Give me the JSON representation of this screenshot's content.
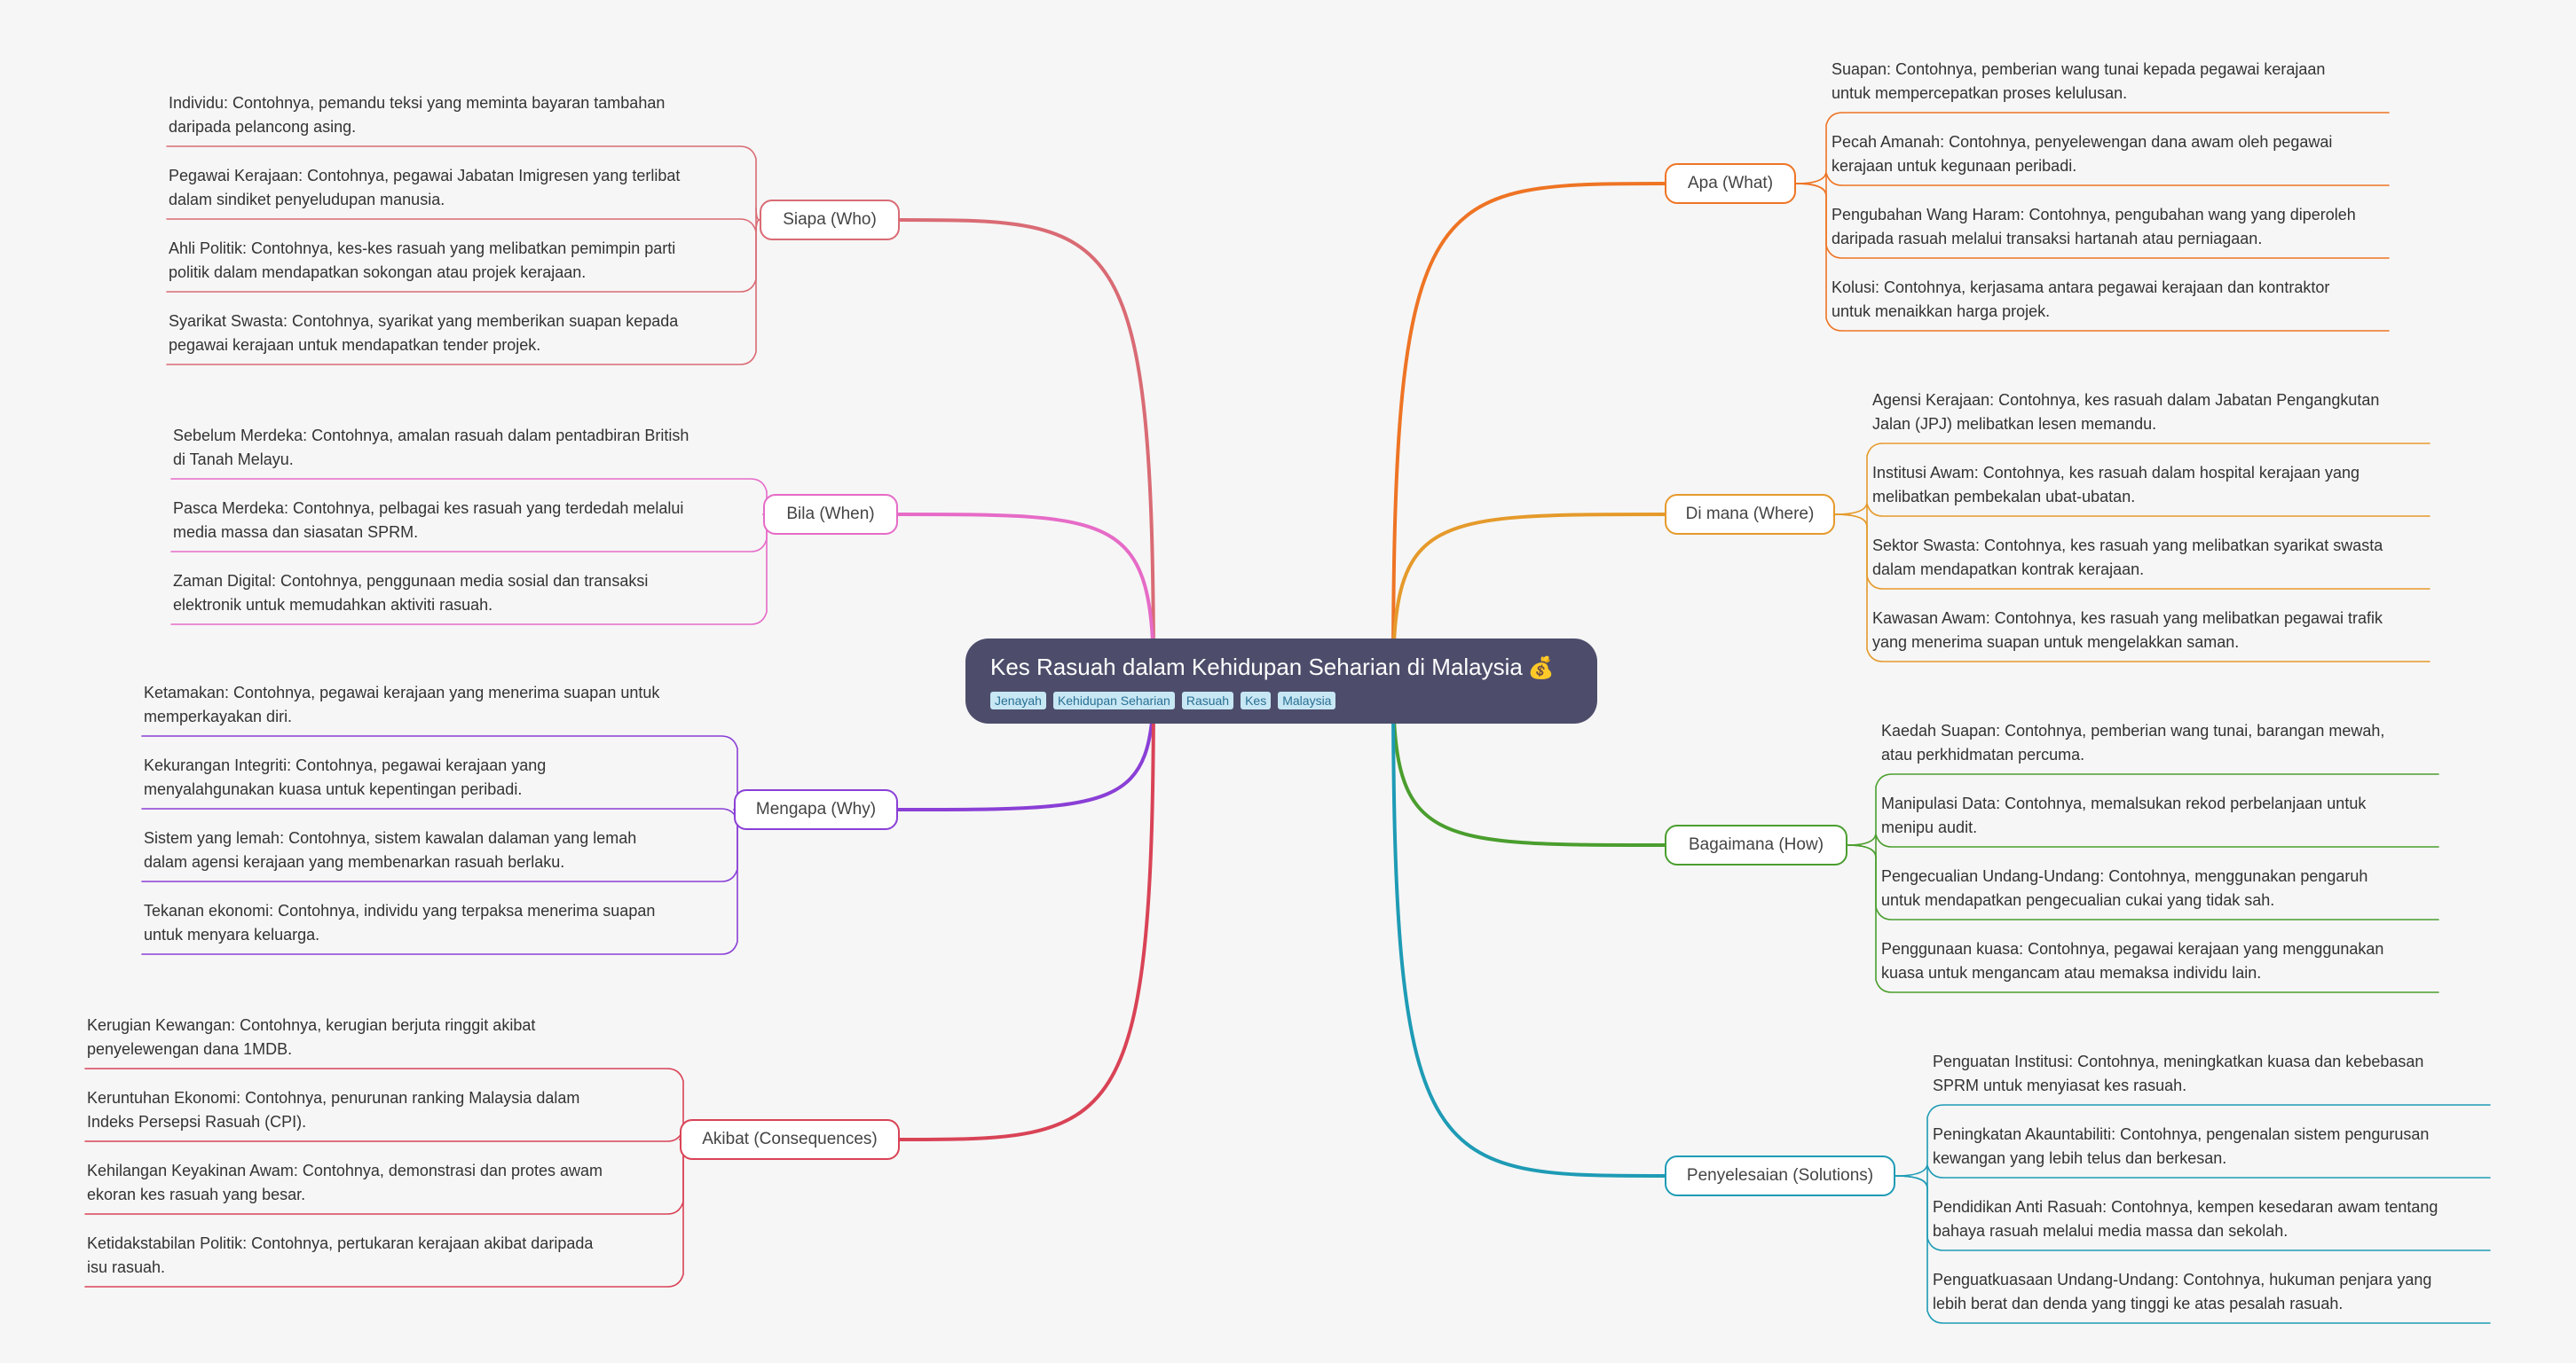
{
  "root": {
    "title": "Kes Rasuah dalam Kehidupan Seharian di Malaysia",
    "icon": "money-bag-icon",
    "icon_glyph": "💰",
    "tags": [
      "Jenayah",
      "Kehidupan Seharian",
      "Rasuah",
      "Kes",
      "Malaysia"
    ]
  },
  "branches": {
    "siapa": {
      "label": "Siapa (Who)",
      "color": "#d96b74",
      "items": [
        [
          "Individu:  Contohnya, pemandu teksi yang meminta bayaran tambahan",
          "daripada pelancong asing."
        ],
        [
          "Pegawai Kerajaan:  Contohnya, pegawai Jabatan Imigresen yang terlibat",
          "dalam sindiket penyeludupan manusia."
        ],
        [
          "Ahli Politik:  Contohnya, kes-kes rasuah yang melibatkan pemimpin parti",
          "politik dalam mendapatkan sokongan atau projek kerajaan."
        ],
        [
          "Syarikat Swasta:  Contohnya, syarikat yang memberikan suapan kepada",
          "pegawai kerajaan untuk mendapatkan tender projek."
        ]
      ]
    },
    "bila": {
      "label": "Bila (When)",
      "color": "#e66bc7",
      "items": [
        [
          "Sebelum Merdeka:  Contohnya, amalan rasuah dalam pentadbiran British",
          "di Tanah Melayu."
        ],
        [
          "Pasca Merdeka:  Contohnya, pelbagai kes rasuah yang terdedah melalui",
          "media massa dan siasatan SPRM."
        ],
        [
          "Zaman Digital:  Contohnya, penggunaan media sosial dan transaksi",
          "elektronik untuk memudahkan aktiviti rasuah."
        ]
      ]
    },
    "mengapa": {
      "label": "Mengapa (Why)",
      "color": "#8a3fd6",
      "items": [
        [
          "Ketamakan:  Contohnya, pegawai kerajaan yang menerima suapan untuk",
          "memperkayakan diri."
        ],
        [
          "Kekurangan Integriti:  Contohnya, pegawai kerajaan yang",
          "menyalahgunakan kuasa untuk kepentingan peribadi."
        ],
        [
          "Sistem yang lemah:  Contohnya, sistem kawalan dalaman yang lemah",
          "dalam agensi kerajaan yang membenarkan rasuah berlaku."
        ],
        [
          "Tekanan ekonomi:  Contohnya, individu yang terpaksa menerima suapan",
          "untuk menyara keluarga."
        ]
      ]
    },
    "akibat": {
      "label": "Akibat (Consequences)",
      "color": "#d94356",
      "items": [
        [
          "Kerugian Kewangan:  Contohnya, kerugian berjuta ringgit akibat",
          "penyelewengan dana 1MDB."
        ],
        [
          "Keruntuhan Ekonomi: Contohnya, penurunan ranking Malaysia dalam",
          "Indeks Persepsi Rasuah (CPI)."
        ],
        [
          "Kehilangan Keyakinan Awam:  Contohnya, demonstrasi dan protes awam",
          "ekoran kes rasuah yang besar."
        ],
        [
          "Ketidakstabilan Politik:  Contohnya, pertukaran kerajaan akibat daripada",
          "isu rasuah."
        ]
      ]
    },
    "apa": {
      "label": "Apa (What)",
      "color": "#ee7424",
      "items": [
        [
          "Suapan:  Contohnya, pemberian wang tunai kepada pegawai kerajaan",
          "untuk mempercepatkan proses kelulusan."
        ],
        [
          "Pecah Amanah:  Contohnya, penyelewengan dana awam oleh pegawai",
          "kerajaan untuk kegunaan peribadi."
        ],
        [
          "Pengubahan Wang Haram:  Contohnya, pengubahan wang yang diperoleh",
          "daripada rasuah melalui transaksi hartanah atau perniagaan."
        ],
        [
          "Kolusi:  Contohnya, kerjasama antara pegawai kerajaan dan kontraktor",
          "untuk menaikkan harga projek."
        ]
      ]
    },
    "dimana": {
      "label": "Di mana (Where)",
      "color": "#e59a2b",
      "items": [
        [
          "Agensi Kerajaan:  Contohnya, kes rasuah dalam Jabatan Pengangkutan",
          "Jalan (JPJ) melibatkan lesen memandu."
        ],
        [
          "Institusi Awam:  Contohnya, kes rasuah dalam hospital kerajaan yang",
          "melibatkan pembekalan ubat-ubatan."
        ],
        [
          "Sektor Swasta:  Contohnya, kes rasuah yang melibatkan syarikat swasta",
          "dalam mendapatkan kontrak kerajaan."
        ],
        [
          "Kawasan Awam:  Contohnya, kes rasuah yang melibatkan pegawai trafik",
          "yang menerima suapan untuk mengelakkan saman."
        ]
      ]
    },
    "bagaimana": {
      "label": "Bagaimana (How)",
      "color": "#4a9e2e",
      "items": [
        [
          "Kaedah Suapan:  Contohnya, pemberian wang tunai, barangan mewah,",
          "atau perkhidmatan percuma."
        ],
        [
          "Manipulasi Data:  Contohnya, memalsukan rekod perbelanjaan untuk",
          "menipu audit."
        ],
        [
          "Pengecualian Undang-Undang:  Contohnya, menggunakan pengaruh",
          "untuk mendapatkan pengecualian cukai yang tidak sah."
        ],
        [
          "Penggunaan kuasa:  Contohnya, pegawai kerajaan yang menggunakan",
          "kuasa untuk mengancam atau memaksa individu lain."
        ]
      ]
    },
    "penyelesaian": {
      "label": "Penyelesaian (Solutions)",
      "color": "#1e9bb5",
      "items": [
        [
          "Penguatan Institusi:  Contohnya, meningkatkan kuasa dan kebebasan",
          "SPRM untuk menyiasat kes rasuah."
        ],
        [
          "Peningkatan Akauntabiliti:  Contohnya, pengenalan sistem pengurusan",
          "kewangan yang lebih telus dan berkesan."
        ],
        [
          "Pendidikan Anti Rasuah:  Contohnya, kempen kesedaran awam tentang",
          "bahaya rasuah melalui media massa dan sekolah."
        ],
        [
          "Penguatkuasaan Undang-Undang:  Contohnya, hukuman penjara yang",
          "lebih berat dan denda yang tinggi ke atas pesalah rasuah."
        ]
      ]
    }
  }
}
